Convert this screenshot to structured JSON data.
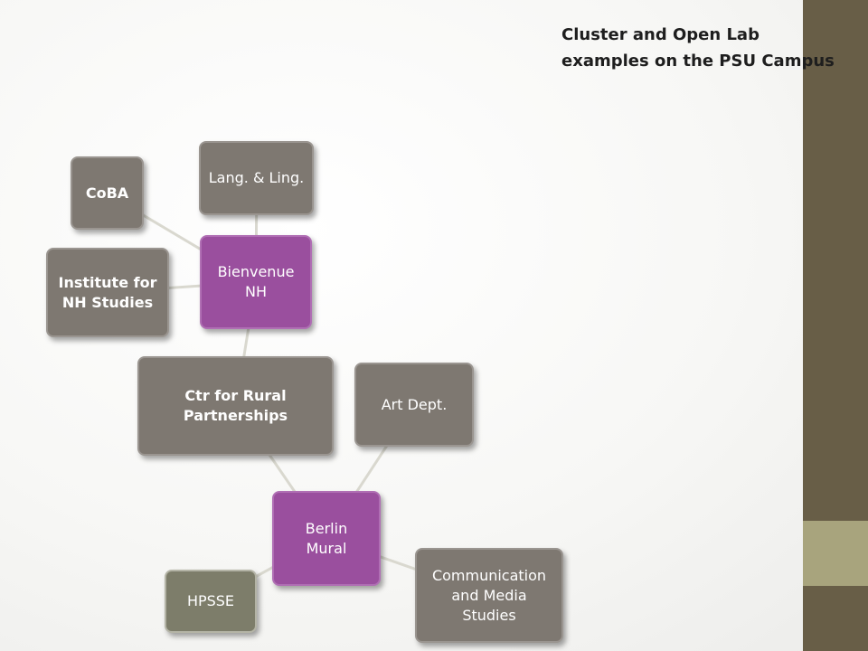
{
  "title": "Cluster and Open Lab examples on the PSU Campus",
  "colors": {
    "hub": "#9a4f9e",
    "node": "#7e7871",
    "node_alt": "#7d7d6a",
    "sidebar_dark": "#685e47",
    "sidebar_light": "#a8a47d",
    "connector": "#d9d8cf"
  },
  "nodes": {
    "coba": "CoBA",
    "lang": "Lang. & Ling.",
    "bienvenue": "Bienvenue NH",
    "institute": "Institute for NH Studies",
    "rural": "Ctr for Rural Partnerships",
    "art": "Art Dept.",
    "berlin": "Berlin Mural",
    "hpsse": "HPSSE",
    "comm": "Communication and Media Studies"
  },
  "links": [
    [
      "bienvenue",
      "coba"
    ],
    [
      "bienvenue",
      "lang"
    ],
    [
      "bienvenue",
      "institute"
    ],
    [
      "bienvenue",
      "rural"
    ],
    [
      "berlin",
      "rural"
    ],
    [
      "berlin",
      "art"
    ],
    [
      "berlin",
      "hpsse"
    ],
    [
      "berlin",
      "comm"
    ]
  ]
}
